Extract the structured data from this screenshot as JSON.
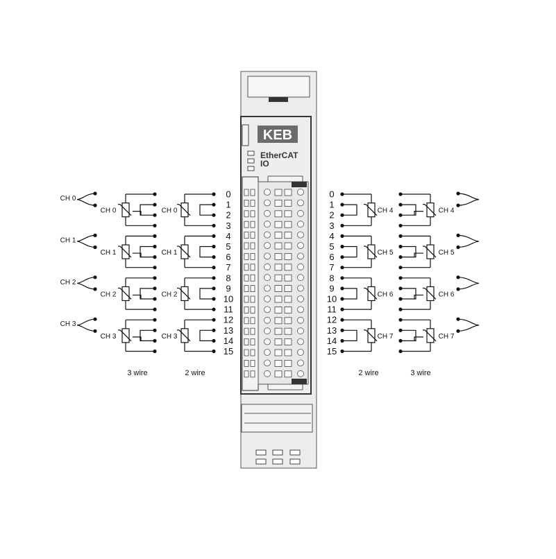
{
  "module": {
    "brand": "KEB",
    "name_line1": "EtherCAT",
    "name_line2": "IO"
  },
  "terminals": [
    "0",
    "1",
    "2",
    "3",
    "4",
    "5",
    "6",
    "7",
    "8",
    "9",
    "10",
    "11",
    "12",
    "13",
    "14",
    "15"
  ],
  "left_groups": [
    {
      "ch": "CH 0"
    },
    {
      "ch": "CH 1"
    },
    {
      "ch": "CH 2"
    },
    {
      "ch": "CH 3"
    }
  ],
  "right_groups": [
    {
      "ch": "CH 4"
    },
    {
      "ch": "CH 5"
    },
    {
      "ch": "CH 6"
    },
    {
      "ch": "CH 7"
    }
  ],
  "captions": {
    "left_3wire": "3 wire",
    "left_2wire": "2 wire",
    "right_2wire": "2 wire",
    "right_3wire": "3 wire"
  },
  "colors": {
    "line": "#111111",
    "module_fill": "#ececec",
    "module_stroke": "#555555",
    "keb_bg": "#6b6b6b",
    "keb_text": "#ffffff",
    "connector_dark": "#333333"
  }
}
